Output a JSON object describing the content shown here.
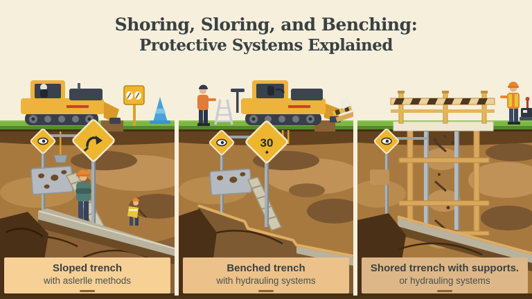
{
  "title": {
    "line1": "Shoring, Sloring, and Benching:",
    "line2": "Protective Systems Explained"
  },
  "panels": [
    {
      "name": "sloped-trench",
      "caption_title": "Sloped trench",
      "caption_sub": "with aslerlle methods",
      "caption_bg": "#f7d096"
    },
    {
      "name": "benched-trench",
      "caption_title": "Benched trench",
      "caption_sub": "with hydrauling systems",
      "caption_bg": "#ecc28a",
      "sign_value": "30"
    },
    {
      "name": "shored-trench",
      "caption_title": "Shored trrench with supports.",
      "caption_sub": "or hydrauling systems",
      "caption_bg": "#ddb787"
    }
  ],
  "icons": {
    "excavator-icon": "yellow tracked excavator digging at trench edge",
    "paver-icon": "yellow tracked paver with operator",
    "curved-arrow-sign-icon": "yellow diamond warning sign with curved arrow",
    "eye-sign-icon": "yellow diamond warning sign with eye symbol",
    "speed-30-sign-icon": "yellow diamond sign reading 30",
    "circles-sign-icon": "yellow square sign with two white circles (7.0)",
    "traffic-cone-icon": "blue traffic cone",
    "ladder-icon": "step ladder",
    "barrier-icon": "striped safety barrier",
    "compactor-icon": "plate compactor with red handle",
    "worker-icon": "construction worker"
  },
  "colors": {
    "background": "#f6efdc",
    "title_text": "#3a4141",
    "grass": "#7cb743",
    "grass_dark": "#55882a",
    "soil_base": "#a8793f",
    "soil_light": "#c09257",
    "soil_dark": "#7a5730",
    "soil_deep": "#4a3016",
    "sign_yellow": "#eeb52f",
    "machine_yellow": "#edb33a",
    "machine_dark": "#3c4450",
    "post_gray": "#a8b0b6",
    "cone_blue": "#4aa3d8",
    "caption_text": "#3a4141",
    "dash_brown": "#8a6134",
    "bottom_strip": "#4a3318"
  }
}
